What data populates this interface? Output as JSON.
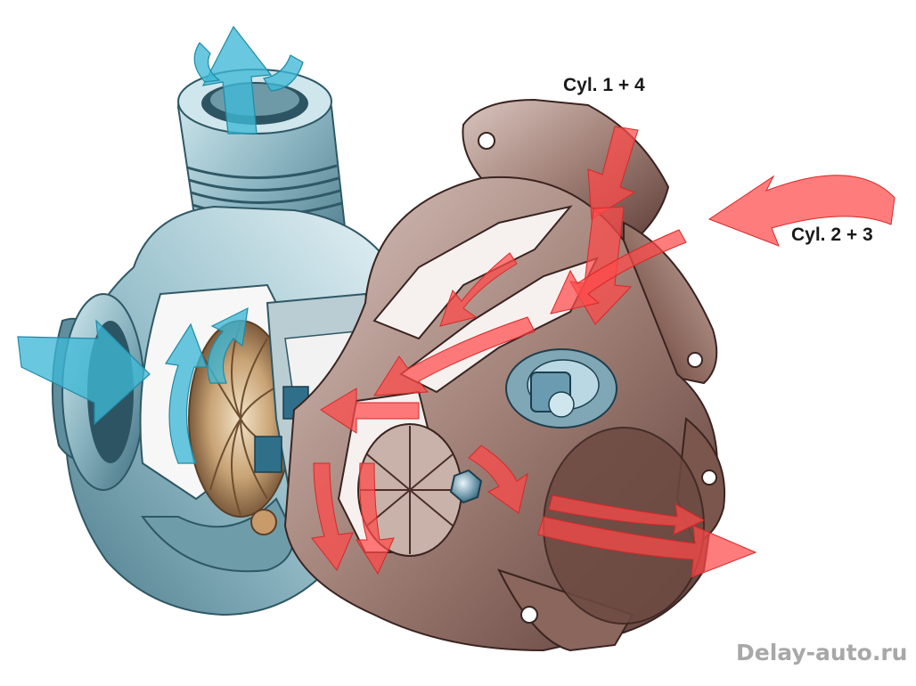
{
  "labels": {
    "cyl_1_4": "Cyl. 1 + 4",
    "cyl_2_3": "Cyl. 2 + 3"
  },
  "watermark": "Delay-auto.ru",
  "colors": {
    "background": "#ffffff",
    "compressor_metal": "#8fb8c4",
    "compressor_dark": "#3f6f80",
    "turbine_metal": "#a07f76",
    "turbine_dark": "#5a3b35",
    "cold_air_arrow": "#3fb8d6",
    "exhaust_arrow": "#ff4a4a",
    "label_text": "#1a1a1a",
    "watermark_text": "#9a9a9a"
  },
  "icons": {
    "cold_air_flow": "blue-arrow-icon",
    "exhaust_flow": "red-arrow-icon"
  }
}
